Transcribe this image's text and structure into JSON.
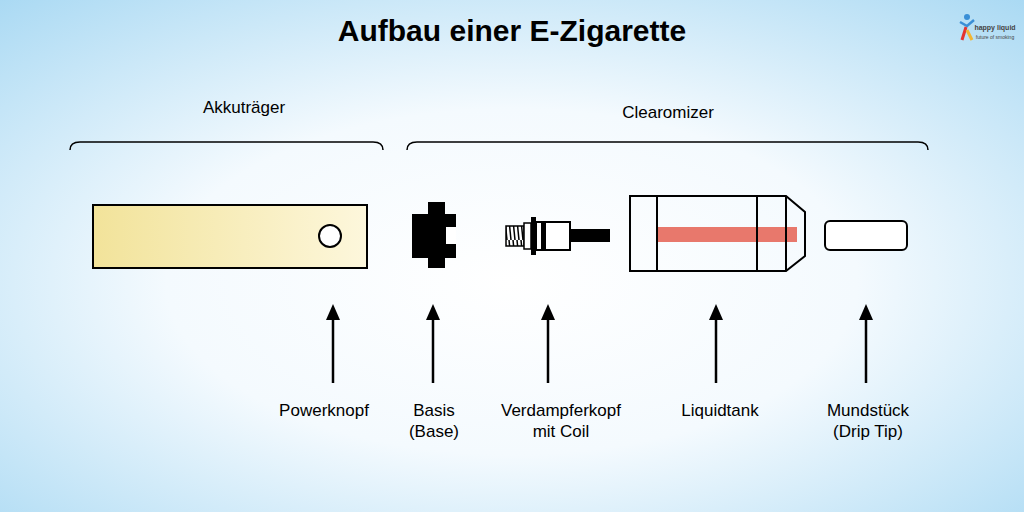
{
  "diagram": {
    "title": "Aufbau einer E-Zigarette",
    "labels": [
      "Akkuträger",
      "Clearomizer",
      "Powerknopf",
      "Basis (Base)",
      "Verdampferkopf mit Coil",
      "Liquidtank",
      "Mundstück (Drip Tip)",
      "happy liquid",
      "future of smoking"
    ]
  }
}
